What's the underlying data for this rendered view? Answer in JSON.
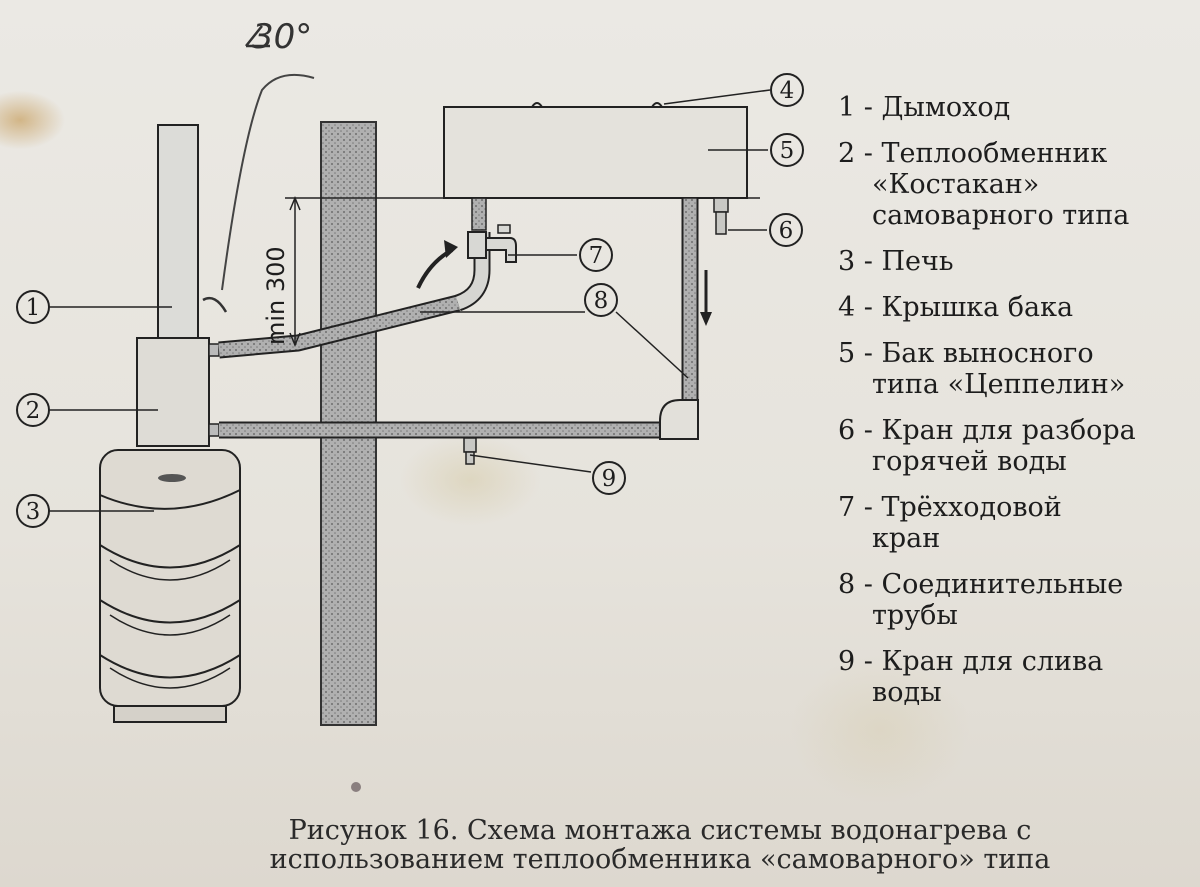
{
  "diagram": {
    "angle_note": "30°",
    "dimension_label": "min 300",
    "callouts": [
      "1",
      "2",
      "3",
      "4",
      "5",
      "6",
      "7",
      "8",
      "9"
    ]
  },
  "legend": [
    {
      "lines": [
        "1 - Дымоход"
      ]
    },
    {
      "lines": [
        "2 - Теплообменник",
        "«Костакан»",
        "самоварного типа"
      ]
    },
    {
      "lines": [
        "3 - Печь"
      ]
    },
    {
      "lines": [
        "4 - Крышка бака"
      ]
    },
    {
      "lines": [
        "5 - Бак выносного",
        "типа «Цеппелин»"
      ]
    },
    {
      "lines": [
        "6 - Кран для разбора",
        "горячей воды"
      ]
    },
    {
      "lines": [
        "7 - Трёхходовой",
        "кран"
      ]
    },
    {
      "lines": [
        "8 - Соединительные",
        "трубы"
      ]
    },
    {
      "lines": [
        "9 - Кран для слива",
        "воды"
      ]
    }
  ],
  "caption": {
    "line1": "Рисунок 16. Схема монтажа системы водонагрева с",
    "line2": "использованием теплообменника «самоварного» типа"
  },
  "colors": {
    "ink": "#1d1d1d",
    "pipe": "#8f8f8f",
    "wall": "#9a9a9a",
    "paper": "#e9e6e0"
  }
}
